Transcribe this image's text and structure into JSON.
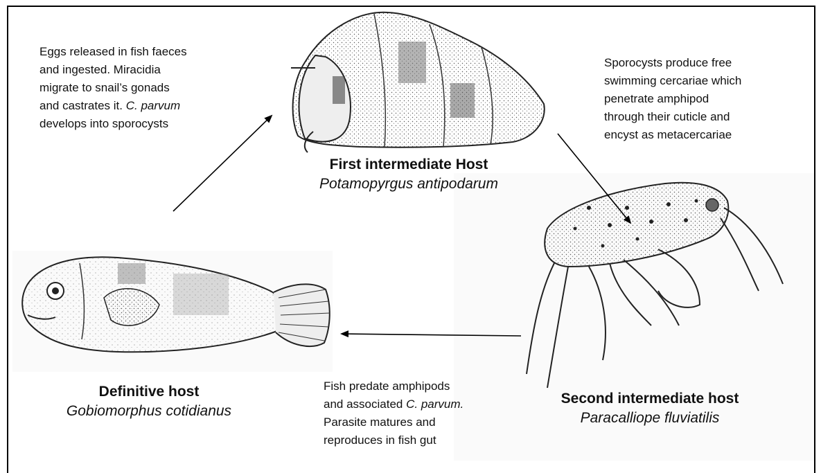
{
  "notes": {
    "eggs": {
      "line1": "Eggs released in fish faeces",
      "line2": "and ingested. Miracidia",
      "line3": "migrate to snail’s gonads",
      "line4a": "and castrates it. ",
      "line4b": "C. parvum",
      "line5": "develops into sporocysts"
    },
    "sporocysts": {
      "line1": "Sporocysts produce free",
      "line2": "swimming cercariae which",
      "line3": "penetrate amphipod",
      "line4": "through their cuticle and",
      "line5": "encyst as metacercariae"
    },
    "predation": {
      "line1": "Fish predate amphipods",
      "line2a": "and associated ",
      "line2b": "C. parvum.",
      "line3": "Parasite matures and",
      "line4": "reproduces in fish gut"
    }
  },
  "hosts": {
    "first": {
      "title": "First intermediate Host",
      "species": "Potamopyrgus antipodarum"
    },
    "second": {
      "title": "Second intermediate host",
      "species": "Paracalliope fluviatilis"
    },
    "definitive": {
      "title": "Definitive host",
      "species": "Gobiomorphus cotidianus"
    }
  },
  "illustrations": {
    "snail": "snail-drawing",
    "amphipod": "amphipod-drawing",
    "fish": "fish-drawing"
  }
}
